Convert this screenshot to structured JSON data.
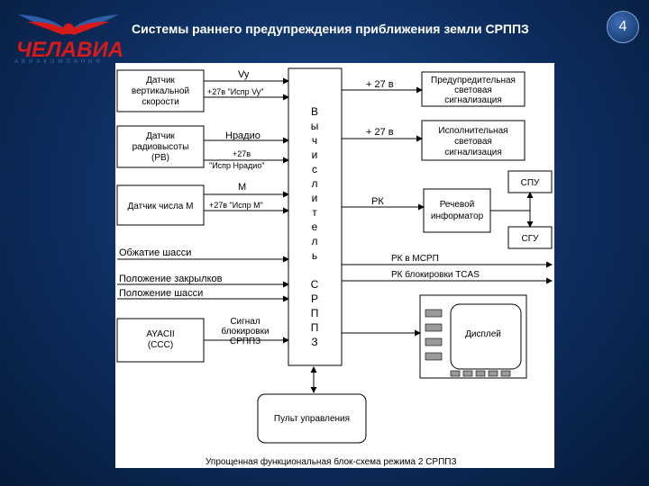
{
  "header": {
    "title": "Системы раннего предупреждения приближения земли СРППЗ",
    "page_number": "4",
    "logo_text": "ЧЕЛАВИА",
    "logo_sub": "АВИАКОМПАНИЯ"
  },
  "diagram": {
    "computer_label": [
      "В",
      "ы",
      "ч",
      "и",
      "с",
      "л",
      "и",
      "т",
      "е",
      "л",
      "ь",
      "",
      "С",
      "Р",
      "П",
      "П",
      "З"
    ],
    "left_blocks": {
      "vs_sensor": [
        "Датчик",
        "вертикальной",
        "скорости"
      ],
      "ra_sensor": [
        "Датчик",
        "радиовысоты",
        "(РВ)"
      ],
      "mach_sensor": "Датчик числа М",
      "tcas": [
        "AYACII",
        "(CCC)"
      ]
    },
    "left_signals": {
      "vy": "Vy",
      "vy_power": "+27в \"Испр Vy\"",
      "h_radio": "Нрадио",
      "h_power_1": "+27в",
      "h_power_2": "\"Испр Нрадио\"",
      "m": "М",
      "m_power": "+27в \"Испр М\"",
      "gear_squat": "Обжатие шасси",
      "flaps_pos": "Положение закрылков",
      "gear_pos": "Положение шасси",
      "block_signal": [
        "Сигнал",
        "блокировки",
        "СРППЗ"
      ]
    },
    "right_signals": {
      "p27_1": "+ 27 в",
      "p27_2": "+ 27 в",
      "rk": "РК",
      "rk_msrp": "РК в МСРП",
      "rk_tcas": "РК блокировки ТCAS"
    },
    "right_blocks": {
      "caution": [
        "Предупредительная",
        "световая",
        "сигнализация"
      ],
      "warning": [
        "Исполнительная",
        "световая",
        "сигнализация"
      ],
      "voice": [
        "Речевой",
        "информатор"
      ],
      "spu": "СПУ",
      "sgu": "СГУ",
      "display": "Дисплей"
    },
    "control_panel": "Пульт управления",
    "caption": "Упрощенная функциональная блок-схема режима 2 СРППЗ"
  }
}
